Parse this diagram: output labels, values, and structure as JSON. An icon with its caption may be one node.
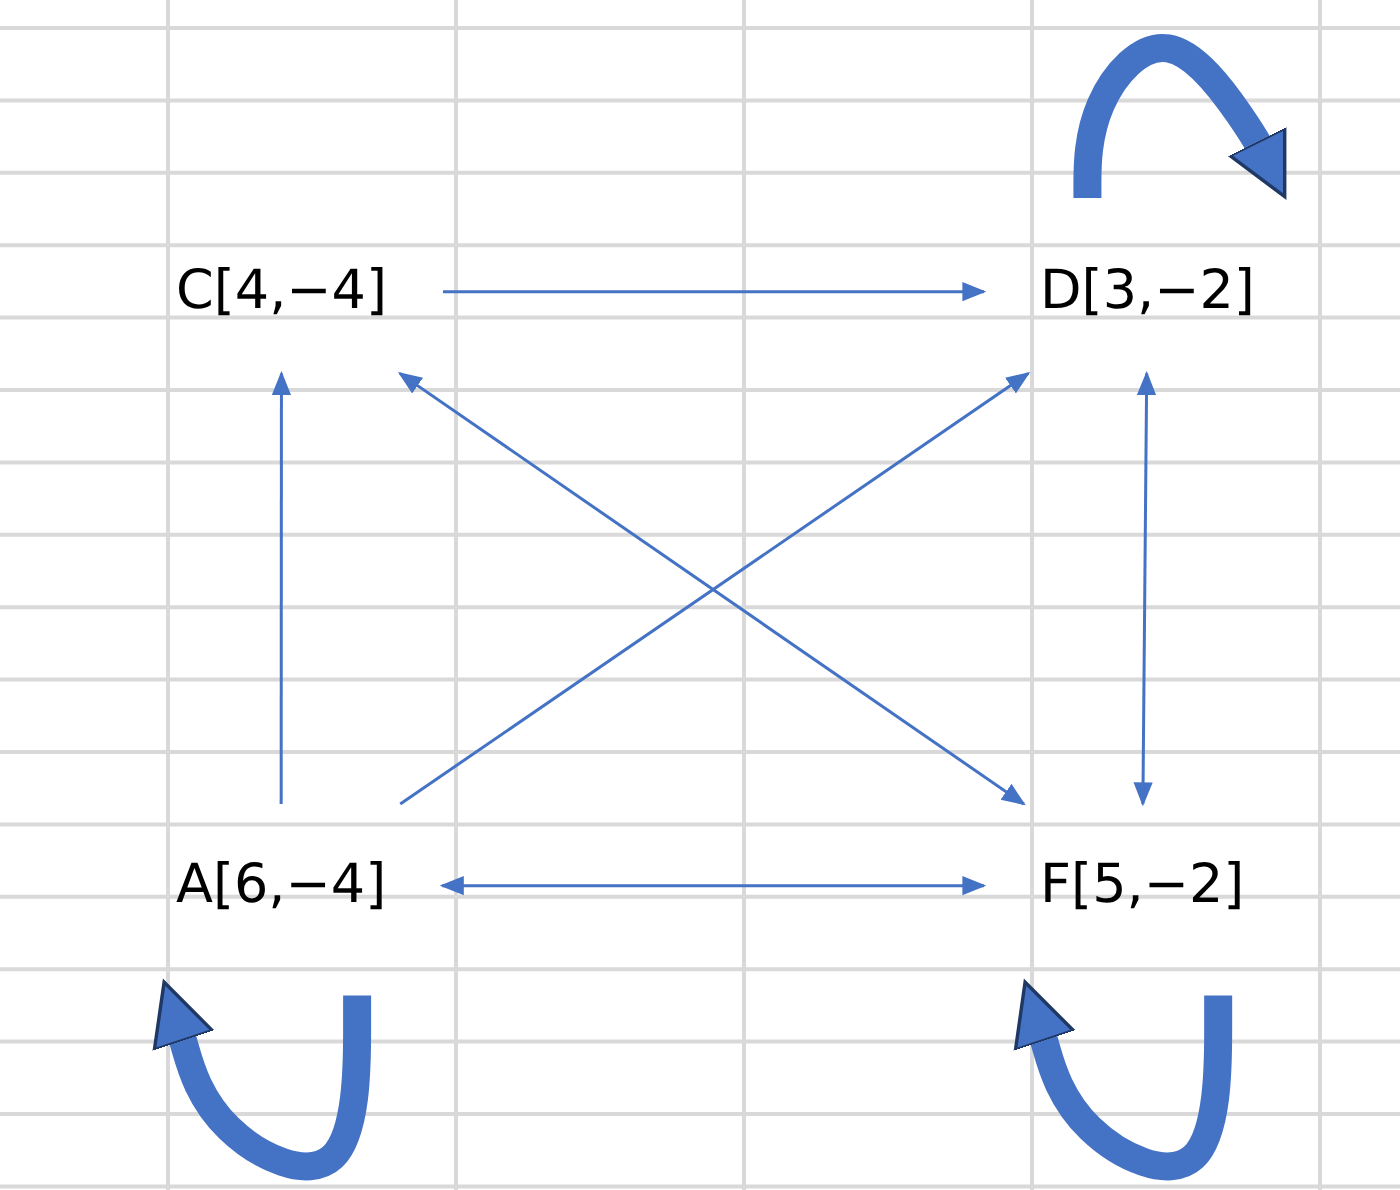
{
  "diagram": {
    "nodes": [
      {
        "text": [
          "C[4,−4]"
        ]
      },
      {
        "text": [
          "D[3,−2]"
        ]
      },
      {
        "text": [
          "A[6,−4]"
        ]
      },
      {
        "text": [
          "F[5,−2]"
        ]
      }
    ],
    "edges": [
      {
        "from": 2,
        "to": 0,
        "arrow": "to"
      },
      {
        "from": 0,
        "to": 1,
        "arrow": "to"
      },
      {
        "from": 2,
        "to": 1,
        "arrow": "to"
      },
      {
        "from": 0,
        "to": 3,
        "arrow": "both"
      },
      {
        "from": 1,
        "to": 3,
        "arrow": "both"
      },
      {
        "from": 2,
        "to": 3,
        "arrow": "both"
      },
      {
        "from": 1,
        "to": 1,
        "arrow": "to",
        "style": "thick"
      },
      {
        "from": 2,
        "to": 2,
        "arrow": "to",
        "style": "thick"
      },
      {
        "from": 3,
        "to": 3,
        "arrow": "to",
        "style": "thick"
      }
    ]
  }
}
